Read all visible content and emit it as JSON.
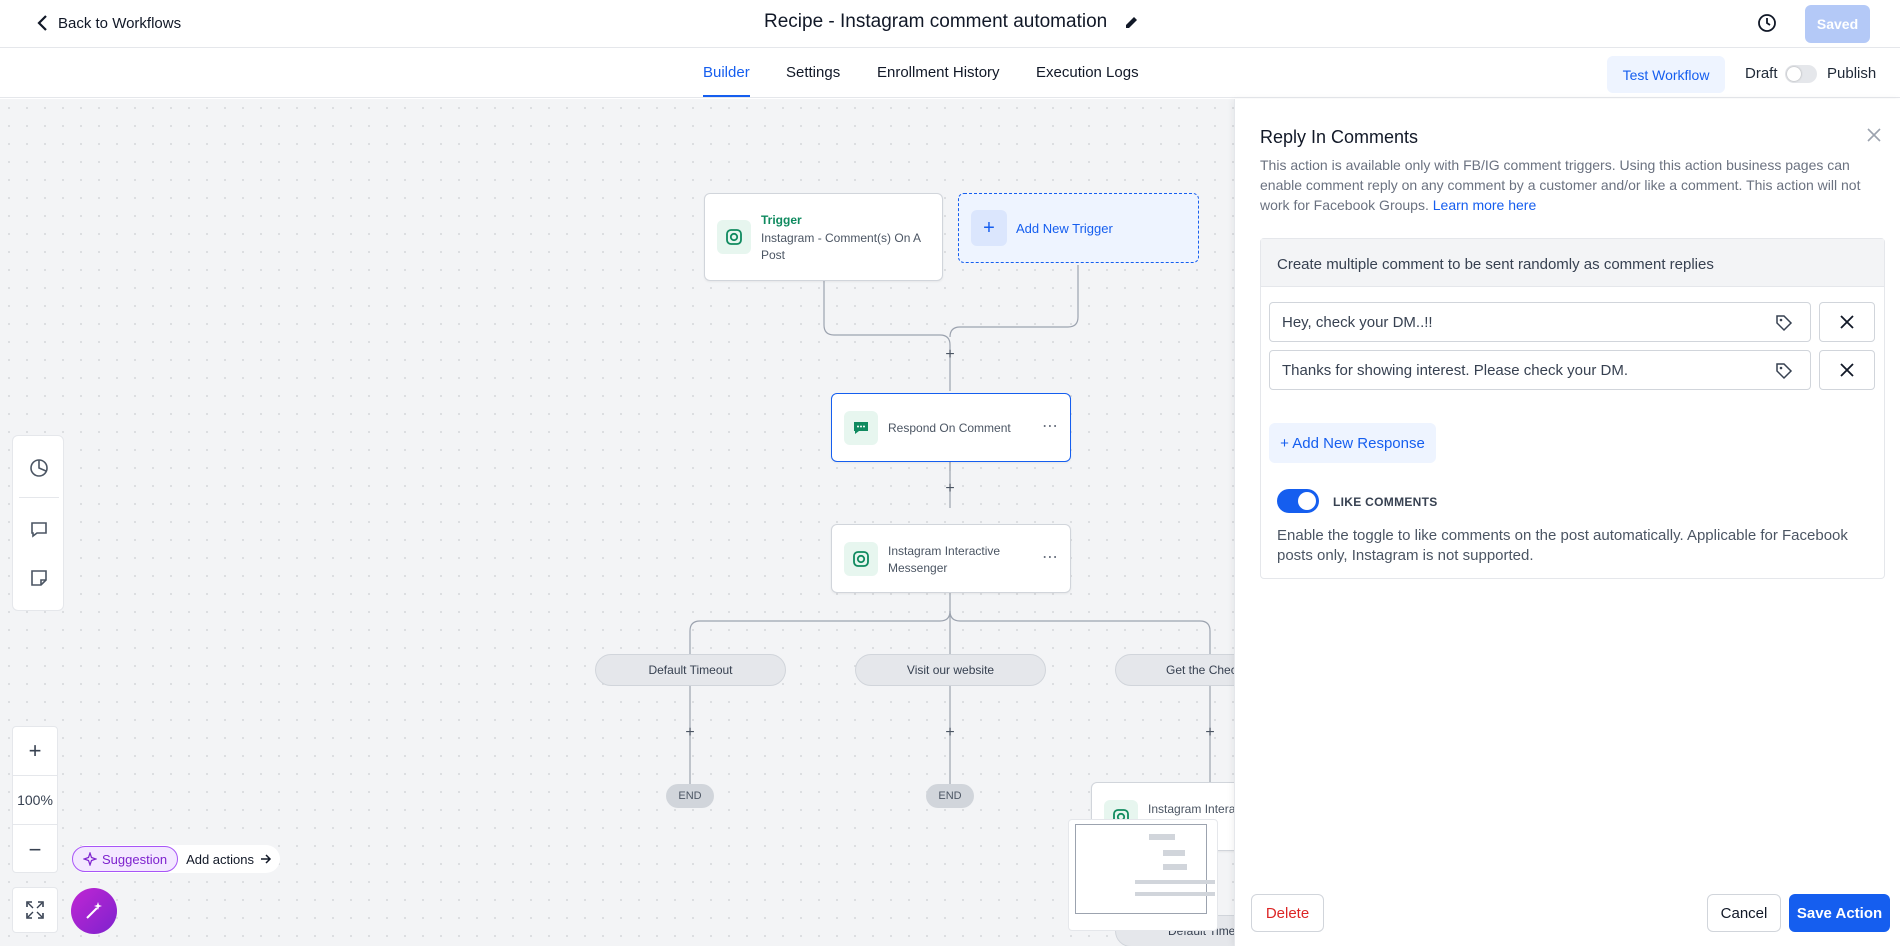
{
  "header": {
    "back_label": "Back to Workflows",
    "title": "Recipe - Instagram comment automation",
    "saved_label": "Saved"
  },
  "tabs": [
    {
      "label": "Builder",
      "active": true
    },
    {
      "label": "Settings",
      "active": false
    },
    {
      "label": "Enrollment History",
      "active": false
    },
    {
      "label": "Execution Logs",
      "active": false
    }
  ],
  "toolbar": {
    "test_label": "Test Workflow",
    "draft_label": "Draft",
    "publish_label": "Publish"
  },
  "canvas": {
    "trigger": {
      "title": "Trigger",
      "subtitle": "Instagram - Comment(s) On A Post"
    },
    "add_trigger_label": "Add New Trigger",
    "nodes": [
      {
        "label": "Respond On Comment"
      },
      {
        "label": "Instagram Interactive Messenger"
      }
    ],
    "branches": [
      "Default Timeout",
      "Visit our website",
      "Get the Chec"
    ],
    "end_label": "END",
    "partial_node_label": "Instagram Intera",
    "partial_bottom_label": "Default Time",
    "zoom_label": "100%",
    "suggestion_label": "Suggestion",
    "add_actions_label": "Add actions"
  },
  "panel": {
    "title": "Reply In Comments",
    "description": "This action is available only with FB/IG comment triggers. Using this action business pages can enable comment reply on any comment by a customer and/or like a comment. This action will not work for Facebook Groups.",
    "learn_more": "Learn more here",
    "box_header": "Create multiple comment to be sent randomly as comment replies",
    "responses": [
      "Hey, check your DM..!!",
      "Thanks for showing interest. Please check your DM."
    ],
    "add_response_label": "+ Add New Response",
    "like_label": "LIKE COMMENTS",
    "like_enabled": true,
    "like_description": "Enable the toggle to like comments on the post automatically. Applicable for Facebook posts only, Instagram is not supported.",
    "delete_label": "Delete",
    "cancel_label": "Cancel",
    "save_label": "Save Action"
  },
  "colors": {
    "accent": "#155eef",
    "danger": "#dc2626",
    "node_green": "#0f8a5f"
  }
}
